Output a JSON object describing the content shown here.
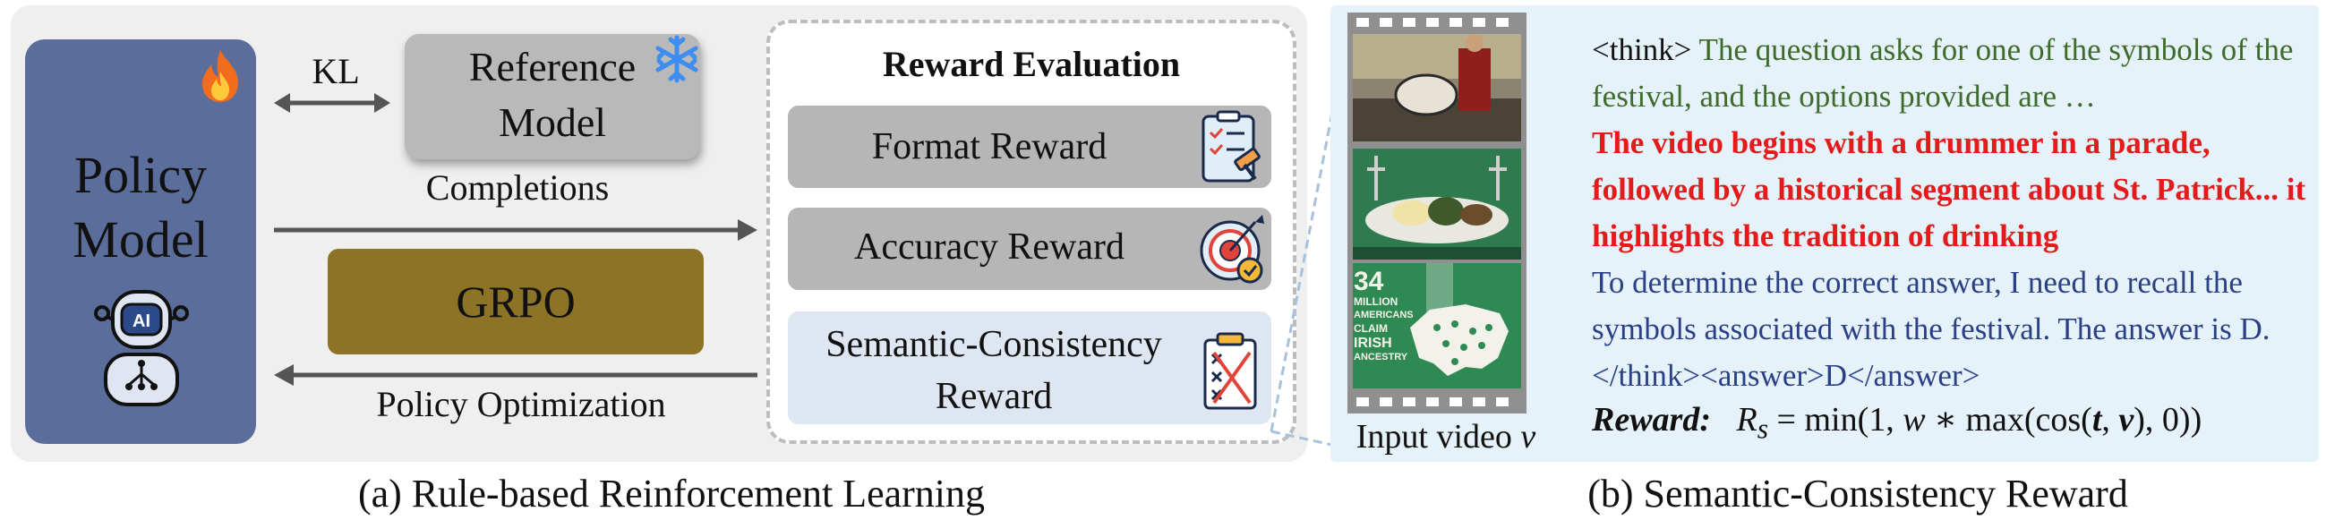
{
  "panel_a": {
    "policy_model": {
      "line1": "Policy",
      "line2": "Model"
    },
    "reference_model": {
      "line1": "Reference",
      "line2": "Model"
    },
    "kl_label": "KL",
    "completions_label": "Completions",
    "grpo_label": "GRPO",
    "policy_optimization_label": "Policy Optimization",
    "reward_evaluation": {
      "title": "Reward Evaluation",
      "format_reward": "Format Reward",
      "accuracy_reward": "Accuracy Reward",
      "semantic_reward_line1": "Semantic-Consistency",
      "semantic_reward_line2": "Reward"
    },
    "caption": "(a) Rule-based Reinforcement Learning"
  },
  "panel_b": {
    "input_video_label": "Input video",
    "input_video_symbol": "v",
    "frame_text": {
      "number": "34",
      "line1": "MILLION",
      "line2": "AMERICANS",
      "line3": "CLAIM",
      "line4": "IRISH",
      "line5": "ANCESTRY"
    },
    "think_open": "<think>",
    "think_green": " The question asks for one of the symbols of the festival, and the options provided are …",
    "think_red": "The video begins with a drummer in a parade, followed by a historical segment about St. Patrick... it highlights the tradition of drinking",
    "think_navy": "To determine the correct answer, I need to recall the symbols associated with the festival. The answer is D.",
    "think_close_answer": "</think><answer>D</answer>",
    "reward_label": "Reward:",
    "reward_formula": {
      "lhs": "R",
      "lhs_sub": "s",
      "eq": " = min(1, ",
      "w": "w",
      "mid": " ∗ max(cos(",
      "t": "t",
      "comma": ", ",
      "v": "v",
      "end": "), 0))"
    },
    "caption": "(b) Semantic-Consistency Reward"
  },
  "colors": {
    "policy_model": "#5b6e9b",
    "grpo": "#8d7325",
    "gray_box": "#b6b6b6",
    "semantic_box": "#dde6f1",
    "panel_b_bg": "#e5f2fa",
    "red_text": "#e51b1b",
    "green_text": "#3f6b2a",
    "navy_text": "#2a3f86"
  },
  "icons": [
    "fire-icon",
    "robot-ai-icon",
    "snowflake-icon",
    "checklist-gavel-icon",
    "target-check-icon",
    "clipboard-cross-icon"
  ]
}
